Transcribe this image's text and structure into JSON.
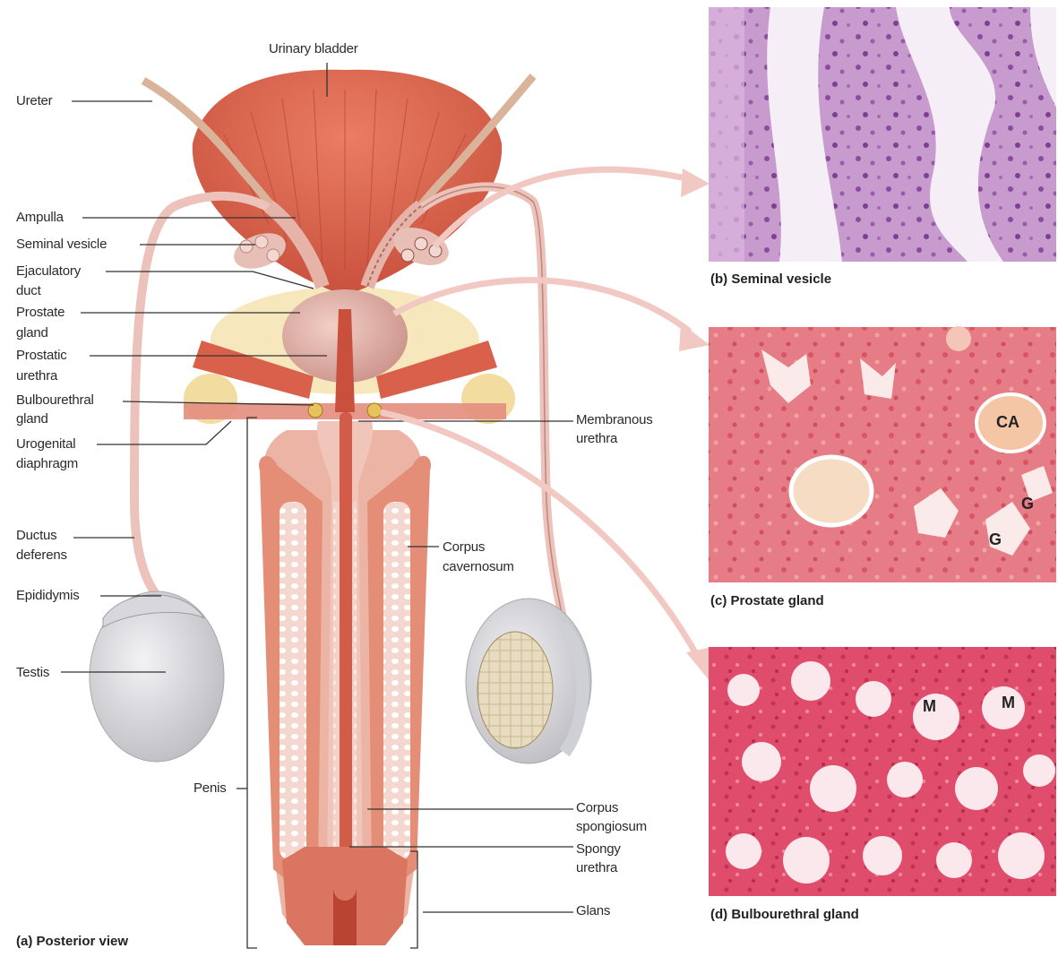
{
  "diagram": {
    "labels": {
      "urinary_bladder": "Urinary bladder",
      "ureter": "Ureter",
      "ampulla": "Ampulla",
      "seminal_vesicle": "Seminal vesicle",
      "ejaculatory_duct": [
        "Ejaculatory",
        "duct"
      ],
      "prostate_gland": [
        "Prostate",
        "gland"
      ],
      "prostatic_urethra": [
        "Prostatic",
        "urethra"
      ],
      "bulbourethral_gland": [
        "Bulbourethral",
        "gland"
      ],
      "urogenital_diaphragm": [
        "Urogenital",
        "diaphragm"
      ],
      "ductus_deferens": [
        "Ductus",
        "deferens"
      ],
      "epididymis": "Epididymis",
      "testis": "Testis",
      "penis": "Penis",
      "membranous_urethra": [
        "Membranous",
        "urethra"
      ],
      "corpus_cavernosum": [
        "Corpus",
        "cavernosum"
      ],
      "corpus_spongiosum": [
        "Corpus",
        "spongiosum"
      ],
      "spongy_urethra": [
        "Spongy",
        "urethra"
      ],
      "glans": "Glans"
    },
    "panel_a_caption": "(a) Posterior view"
  },
  "micrographs": {
    "seminal_vesicle": {
      "caption": "(b) Seminal vesicle"
    },
    "prostate_gland": {
      "caption": "(c) Prostate gland",
      "markers": [
        "CA",
        "G",
        "G"
      ]
    },
    "bulbourethral_gland": {
      "caption": "(d) Bulbourethral gland",
      "markers": [
        "M",
        "M"
      ]
    }
  },
  "colors": {
    "muscle": "#d9604a",
    "tissue_pink": "#ecc2ba",
    "fat_yellow": "#f3dca0",
    "testis_gray": "#dcdcde",
    "he_purple": "#a769b3",
    "he_pink": "#e87b86",
    "bulbo_pink": "#e0506e",
    "arrow_pink": "#f2c8c3"
  }
}
